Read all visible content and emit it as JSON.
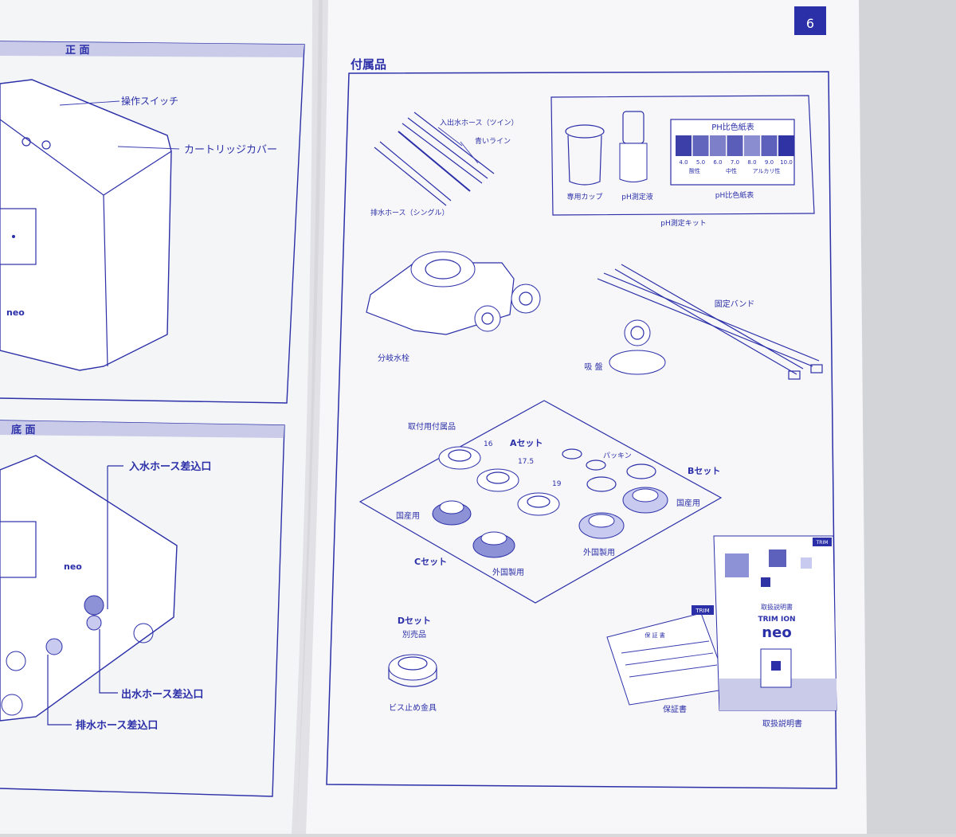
{
  "page_number": "6",
  "left_page": {
    "front_panel": {
      "title": "正 面",
      "labels": {
        "switch": "操作スイッチ",
        "cartridge_cover": "カートリッジカバー"
      }
    },
    "bottom_panel": {
      "title": "底 面",
      "labels": {
        "inlet": "入水ホース差込口",
        "outlet": "出水ホース差込口",
        "drain": "排水ホース差込口"
      }
    },
    "brand_mark": "neo"
  },
  "right_page": {
    "section_title": "付属品",
    "hoses": {
      "twin": "入出水ホース（ツイン）",
      "blue_line": "青いライン",
      "single": "排水ホース（シングル）"
    },
    "ph_kit": {
      "cup": "専用カップ",
      "liquid": "pH測定液",
      "chart_title": "PH比色紙表",
      "chart_caption": "pH比色紙表",
      "kit_caption": "pH測定キット",
      "scale": [
        "4.0",
        "5.0",
        "6.0",
        "7.0",
        "8.0",
        "9.0",
        "10.0"
      ],
      "scale_labels": {
        "acid": "酸性",
        "neutral": "中性",
        "alkaline": "アルカリ性"
      },
      "swatch_colors": [
        "#3c3fa8",
        "#6266bd",
        "#7d80c8",
        "#5a5eb8",
        "#8a8dcf",
        "#5d61bb",
        "#3033a3"
      ]
    },
    "faucet": "分岐水栓",
    "band": "固定バンド",
    "sucker": "吸 盤",
    "mount_parts": {
      "title": "取付用付属品",
      "set_a": "Aセット",
      "set_b": "Bセット",
      "set_c": "Cセット",
      "size_16": "16",
      "size_175": "17.5",
      "size_19": "19",
      "packing": "パッキン",
      "domestic_b": "国産用",
      "domestic_c": "国産用",
      "foreign_b": "外国製用",
      "foreign_c": "外国製用"
    },
    "set_d": {
      "title": "Dセット",
      "note": "別売品",
      "caption": "ビス止め金具"
    },
    "warranty": {
      "caption": "保証書",
      "card_title": "保 証 書",
      "logo": "TRIM"
    },
    "manual": {
      "caption": "取扱説明書",
      "cover_title": "取扱説明書",
      "cover_brand": "TRIM ION",
      "cover_model": "neo",
      "logo": "TRIM"
    }
  }
}
